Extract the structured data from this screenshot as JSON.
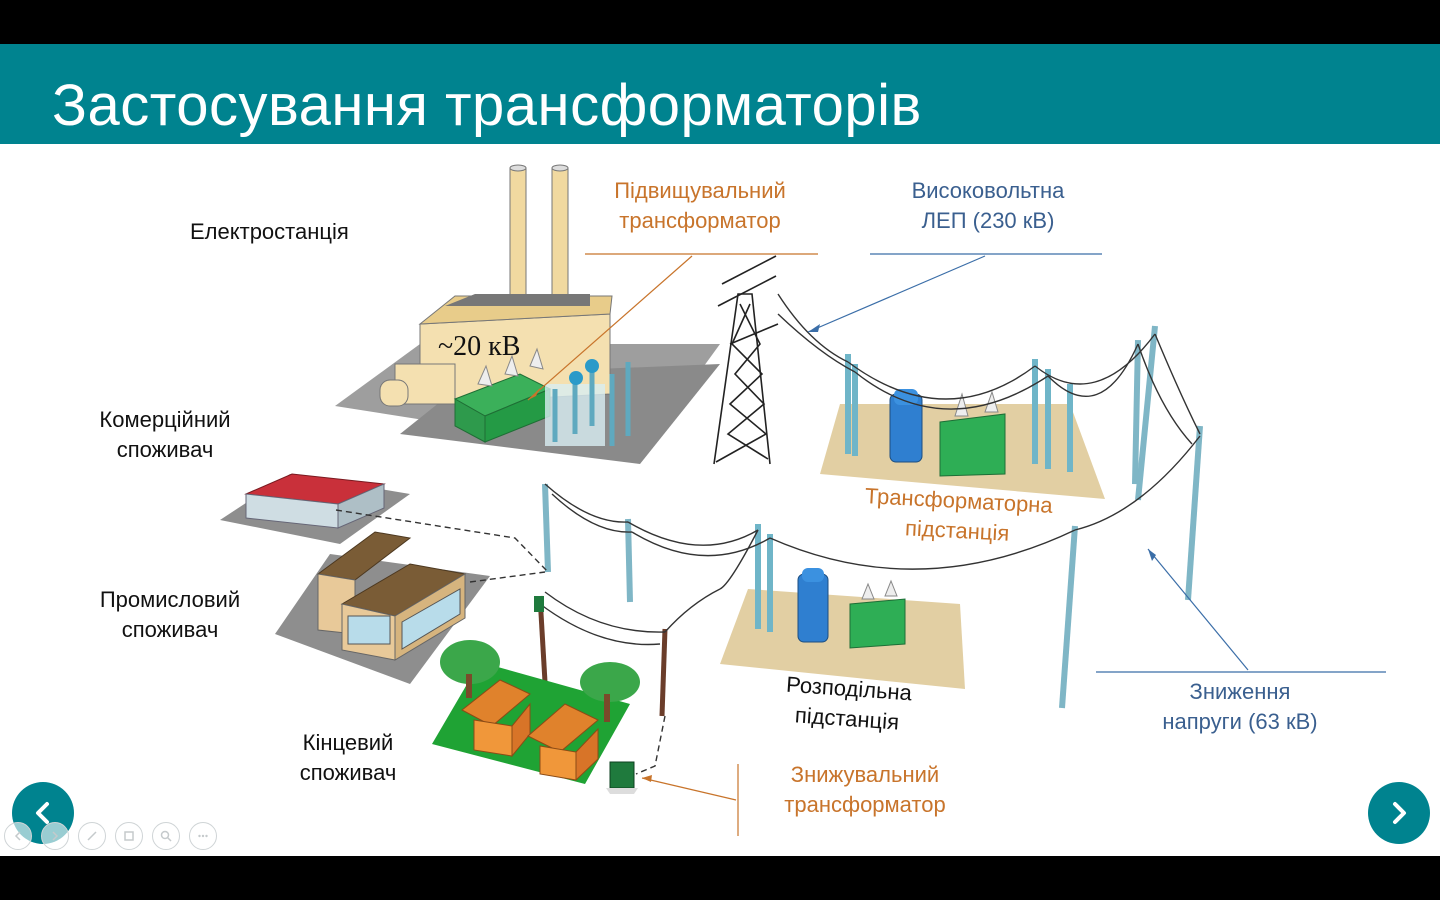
{
  "slide": {
    "title": "Застосування трансформаторів"
  },
  "labels": {
    "power_plant": "Електростанція",
    "voltage_20kv": "~20 кВ",
    "step_up_line1": "Підвищувальний",
    "step_up_line2": "трансформатор",
    "hv_line1": "Високовольтна",
    "hv_line2": "ЛЕП (230 кВ)",
    "commercial_line1": "Комерційний",
    "commercial_line2": "споживач",
    "substation_line1": "Трансформаторна",
    "substation_line2": "підстанція",
    "industrial_line1": "Промисловий",
    "industrial_line2": "споживач",
    "distribution_line1": "Розподільна",
    "distribution_line2": "підстанція",
    "reduction_line1": "Зниження",
    "reduction_line2": "напруги (63 кВ)",
    "end_line1": "Кінцевий",
    "end_line2": "споживач",
    "step_down_line1": "Знижувальний",
    "step_down_line2": "трансформатор"
  },
  "colors": {
    "accent": "#00838f",
    "orange_label": "#c8742b",
    "blue_label": "#3a5f8f"
  },
  "icons": {
    "prev": "chevron-left-icon",
    "next": "chevron-right-icon"
  }
}
